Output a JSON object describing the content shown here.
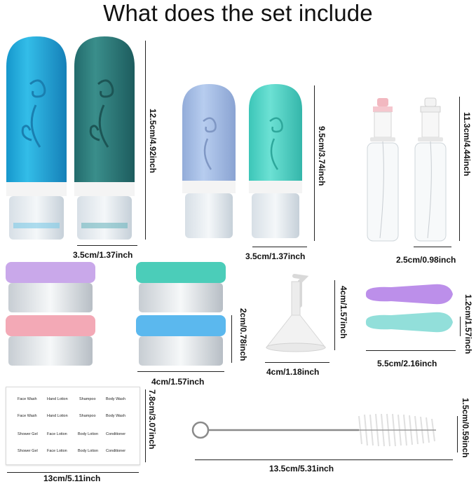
{
  "title": "What does the set include",
  "dimensions": {
    "large_bottle_height": "12.5cm/4.92inch",
    "large_bottle_width": "3.5cm/1.37inch",
    "medium_bottle_height": "9.5cm/3.74inch",
    "medium_bottle_width": "3.5cm/1.37inch",
    "spray_height": "11.3cm/4.44inch",
    "spray_width": "2.5cm/0.98inch",
    "jar_height": "2cm/0.78inch",
    "jar_width": "4cm/1.57inch",
    "funnel_height": "4cm/1.57inch",
    "funnel_width": "4cm/1.18inch",
    "spatula_height": "1.2cm/1.57inch",
    "spatula_width": "5.5cm/2.16inch",
    "label_height": "7.8cm/3.07inch",
    "label_width": "13cm/5.11inch",
    "brush_height": "1.5cm/0.59inch",
    "brush_width": "13.5cm/5.31inch"
  },
  "labels": [
    [
      "Face Wash",
      "Hand Lotion",
      "Shampoo",
      "Body Wash"
    ],
    [
      "Face Wash",
      "Hand Lotion",
      "Shampoo",
      "Body Wash"
    ],
    [
      "Shower Gel",
      "Face Lotion",
      "Body Lotion",
      "Conditioner"
    ],
    [
      "Shower Gel",
      "Face Lotion",
      "Body Lotion",
      "Conditioner"
    ]
  ],
  "colors": {
    "bottle_blue": "#1ea7d6",
    "bottle_teal_dark": "#2e7d7a",
    "bottle_periwinkle": "#a6bfe6",
    "bottle_mint": "#4fd6c8",
    "jar_lilac": "#c9a8ea",
    "jar_pink": "#f3a9b6",
    "jar_green": "#4bcdb9",
    "jar_sky": "#5bb8ee",
    "spatula_purple": "#b07be6",
    "spatula_teal": "#86dcd6"
  }
}
